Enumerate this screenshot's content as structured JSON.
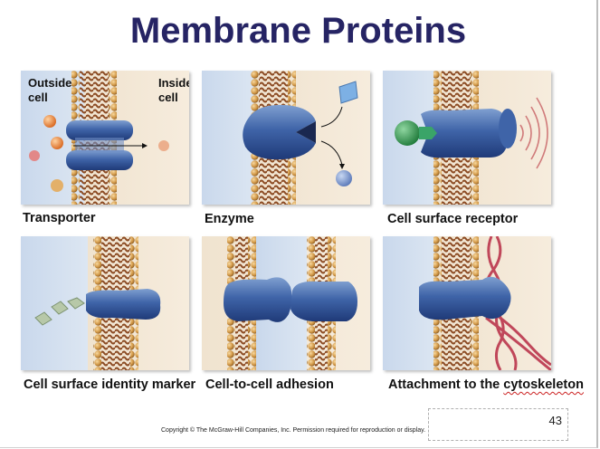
{
  "slide": {
    "title": "Membrane Proteins",
    "slide_number": "43",
    "copyright": "Copyright © The McGraw-Hill Companies, Inc. Permission required for reproduction or display."
  },
  "panels": [
    {
      "id": "transporter",
      "caption": "Transporter",
      "outside_label": "Outside\ncell",
      "inside_label": "Inside\ncell"
    },
    {
      "id": "enzyme",
      "caption": "Enzyme"
    },
    {
      "id": "receptor",
      "caption": "Cell surface receptor"
    },
    {
      "id": "identity",
      "caption": "Cell surface identity marker"
    },
    {
      "id": "adhesion",
      "caption": "Cell-to-cell adhesion"
    },
    {
      "id": "cytoskeleton",
      "caption_prefix": "Attachment to the ",
      "caption_word": "cytoskeleton"
    }
  ],
  "colors": {
    "title": "#262464",
    "protein": "#3f64a8",
    "phospholipid_head": "#d39a4a",
    "extracellular": "#c9d8ec",
    "cytoplasm": "#f0e3cf",
    "cytoskeleton": "#c0475a"
  }
}
